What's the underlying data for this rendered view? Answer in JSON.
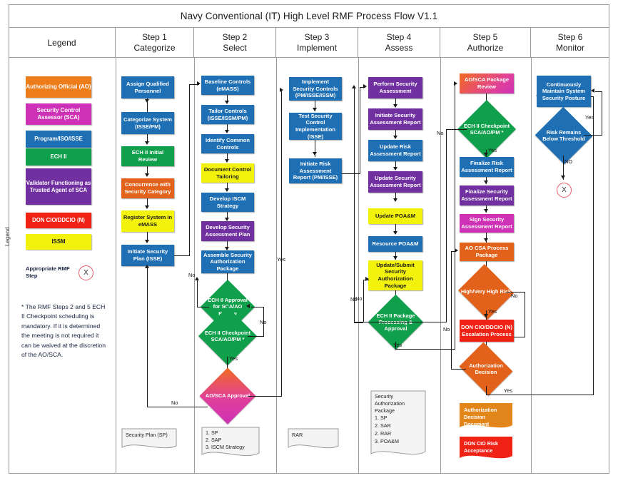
{
  "title": "Navy Conventional (IT) High Level RMF Process Flow V1.1",
  "sidebar_vertical_label": "Legend",
  "columns": [
    {
      "name": "legend",
      "line1": "Legend",
      "line2": ""
    },
    {
      "name": "step-1",
      "line1": "Step 1",
      "line2": "Categorize"
    },
    {
      "name": "step-2",
      "line1": "Step 2",
      "line2": "Select"
    },
    {
      "name": "step-3",
      "line1": "Step 3",
      "line2": "Implement"
    },
    {
      "name": "step-4",
      "line1": "Step 4",
      "line2": "Assess"
    },
    {
      "name": "step-5",
      "line1": "Step 5",
      "line2": "Authorize"
    },
    {
      "name": "step-6",
      "line1": "Step 6",
      "line2": "Monitor"
    }
  ],
  "legend": {
    "items": [
      {
        "label": "Authorizing Official (AO)",
        "color": "#ED7D1B"
      },
      {
        "label": "Security Control Assessor (SCA)",
        "color": "#CE31B6"
      },
      {
        "label": "Program/ISO/ISSE",
        "color": "#1F6FB5"
      },
      {
        "label": "ECH II",
        "color": "#10A04C"
      },
      {
        "label": "Validator Functioning as Trusted Agent of SCA",
        "color": "#7030A0"
      },
      {
        "label": "DON CIO/DDCIO (N)",
        "color": "#F02216"
      },
      {
        "label": "ISSM",
        "color": "#F2F20D"
      }
    ],
    "rmf_step_caption": "Appropriate RMF Step",
    "rmf_step_symbol": "X",
    "note": "* The RMF Steps 2 and 5 ECH II Checkpoint scheduling is mandatory. If it is determined the meeting is not required it can be waived at the discretion of the AO/SCA."
  },
  "step1": {
    "nodes": [
      {
        "name": "assign-qualified-personnel",
        "label": "Assign Qualified Personnel",
        "color": "#1F6FB5"
      },
      {
        "name": "categorize-system",
        "label": "Categorize System (ISSE/PM)",
        "color": "#1F6FB5"
      },
      {
        "name": "ech-ii-initial-review",
        "label": "ECH II Initial Review",
        "color": "#10A04C"
      },
      {
        "name": "concurrence-with-security-category",
        "label": "Concurrence with Security Category",
        "color": "#E2621B"
      },
      {
        "name": "register-system-in-emass",
        "label": "Register System in eMASS",
        "color": "#F2F20D"
      },
      {
        "name": "initiate-security-plan",
        "label": "Initiate Security Plan (ISSE)",
        "color": "#1F6FB5"
      }
    ],
    "document": "Security Plan (SP)"
  },
  "step2": {
    "nodes": [
      {
        "name": "baseline-controls",
        "label": "Baseline Controls (eMASS)",
        "color": "#1F6FB5"
      },
      {
        "name": "tailor-controls",
        "label": "Tailor Controls (ISSE/ISSM/PM)",
        "color": "#1F6FB5"
      },
      {
        "name": "identify-common-controls",
        "label": "Identify Common Controls",
        "color": "#1F6FB5"
      },
      {
        "name": "document-control-tailoring",
        "label": "Document Control Tailoring",
        "color": "#F2F20D"
      },
      {
        "name": "develop-iscm-strategy",
        "label": "Develop ISCM Strategy",
        "color": "#1F6FB5"
      },
      {
        "name": "develop-security-assessment-plan",
        "label": "Develop Security Assessment Plan",
        "color": "#7030A0"
      },
      {
        "name": "assemble-security-authorization-package",
        "label": "Assemble Security Authorization Package",
        "color": "#1F6FB5"
      }
    ],
    "decisions": [
      {
        "name": "ech-ii-approval-for-sca-ao-review",
        "label": "ECH II Approval for SCA/AO Review",
        "color": "#10A04C"
      },
      {
        "name": "ech-ii-checkpoint-sca-ao-pm",
        "label": "ECH II Checkpoint SCA/AO/PM *",
        "color": "#10A04C"
      },
      {
        "name": "ao-sca-approval",
        "label": "AO/SCA Approval",
        "color": "gradient-orange-magenta"
      }
    ],
    "document_lines": [
      "1.  SP",
      "2.  SAP",
      "3.  ISCM Strategy"
    ]
  },
  "step3": {
    "nodes": [
      {
        "name": "implement-security-controls",
        "label": "Implement Security Controls (PM/ISSE/ISSM)",
        "color": "#1F6FB5"
      },
      {
        "name": "test-security-control-implementation",
        "label": "Test Security Control Implementation (ISSE)",
        "color": "#1F6FB5"
      },
      {
        "name": "initiate-risk-assessment-report",
        "label": "Initiate Risk Assessment Report (PM/ISSE)",
        "color": "#1F6FB5"
      }
    ],
    "document": "RAR"
  },
  "step4": {
    "nodes": [
      {
        "name": "perform-security-assessment",
        "label": "Perform Security Assessment",
        "color": "#7030A0"
      },
      {
        "name": "initiate-security-assessment-report",
        "label": "Initiate Security Assessment Report",
        "color": "#7030A0"
      },
      {
        "name": "update-risk-assessment-report",
        "label": "Update Risk Assessment Report",
        "color": "#1F6FB5"
      },
      {
        "name": "update-security-assessment-report",
        "label": "Update Security Assessment Report",
        "color": "#7030A0"
      },
      {
        "name": "update-poam",
        "label": "Update POA&M",
        "color": "#F2F20D"
      },
      {
        "name": "resource-poam",
        "label": "Resource POA&M",
        "color": "#1F6FB5"
      },
      {
        "name": "update-submit-security-authorization-package",
        "label": "Update/Submit Security Authorization Package",
        "color": "#F2F20D"
      }
    ],
    "decisions": [
      {
        "name": "ech-ii-package-processing-approval",
        "label": "ECH II Package Processing & Approval",
        "color": "#10A04C"
      }
    ],
    "document_title": "Security Authorization Package",
    "document_lines": [
      "1.  SP",
      "2.  SAR",
      "2.  RAR",
      "3.  POA&M"
    ]
  },
  "step5": {
    "nodes": [
      {
        "name": "ao-sca-package-review",
        "label": "AO/SCA Package Review",
        "color": "gradient-orange-magenta"
      },
      {
        "name": "finalize-risk-assessment-report",
        "label": "Finalize Risk Assessment Report",
        "color": "#1F6FB5"
      },
      {
        "name": "finalize-security-assessment-report",
        "label": "Finalize Security Assessment Report",
        "color": "#7030A0"
      },
      {
        "name": "sign-security-assessment-report",
        "label": "Sign Security Assessment Report",
        "color": "#CE31B6"
      },
      {
        "name": "ao-csa-process-package",
        "label": "AO CSA Process Package",
        "color": "#E2621B"
      },
      {
        "name": "don-cio-ddcio-escalation-process",
        "label": "DON CIO/DDCIO (N) Escalation Process",
        "color": "#F02216"
      }
    ],
    "decisions": [
      {
        "name": "ech-ii-checkpoint-sca-ao-pm",
        "label": "ECH II Checkpoint SCA/AO/PM *",
        "color": "#10A04C"
      },
      {
        "name": "high-very-high-risk",
        "label": "High/Very High Risk",
        "color": "#E2621B"
      },
      {
        "name": "authorization-decision",
        "label": "Authorization Decision",
        "color": "#E2621B"
      }
    ],
    "documents": [
      {
        "name": "authorization-decision-document",
        "label": "Authorization Decision Document",
        "color": "#E2861B"
      },
      {
        "name": "don-cio-risk-acceptance",
        "label": "DON CIO Risk Acceptance",
        "color": "#F02216"
      }
    ]
  },
  "step6": {
    "nodes": [
      {
        "name": "continuously-maintain-system-security-posture",
        "label": "Continuously Maintain System Security Posture",
        "color": "#1F6FB5"
      }
    ],
    "decisions": [
      {
        "name": "risk-remains-below-threshold",
        "label": "Risk Remains Below Threshold",
        "color": "#1F6FB5"
      }
    ],
    "terminator_symbol": "X"
  },
  "edge_labels": {
    "step2_no_top": "No",
    "step2_yes_1": "Yes",
    "step2_no_right": "No",
    "step2_yes_2": "Yes",
    "step2_no_bottom": "No",
    "step3_yes": "Yes",
    "step4_no_left": "No",
    "step4_no_inner": "No",
    "step4_yes": "Yes",
    "step5_no_top": "No",
    "step5_no_right": "No",
    "step5_yes_risk": "Yes",
    "step5_no_left": "No",
    "step5_yes_bottom": "Yes",
    "step6_yes": "Yes",
    "step6_no": "NO"
  }
}
